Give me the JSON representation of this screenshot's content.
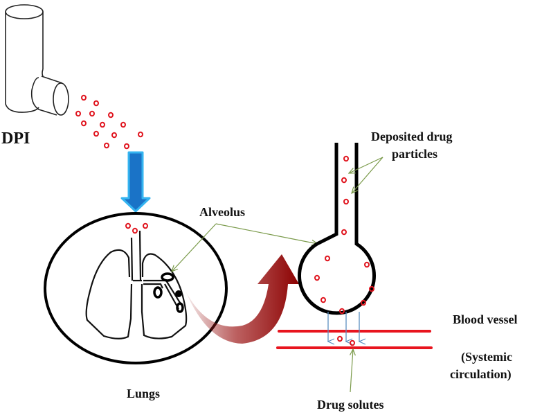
{
  "title": "Dry powder inhaler drug delivery to the lungs",
  "labels": {
    "dpi": "DPI",
    "alveolus": "Alveolus",
    "lungs": "Lungs",
    "deposited_line1": "Deposited drug",
    "deposited_line2": "particles",
    "blood_vessel": "Blood vessel",
    "systemic_line1": "(Systemic",
    "systemic_line2": "circulation)",
    "drug_solutes": "Drug solutes"
  },
  "colors": {
    "particle": "#e0141e",
    "blue_arrow": "#1a73c7",
    "blue_arrow_edge": "#35b4f0",
    "curved_arrow": "#8b0000",
    "vessel": "#e8141e",
    "pointer": "#7a9a4a",
    "diffusion_arrow": "#5b8fc0",
    "outline": "#000000"
  }
}
